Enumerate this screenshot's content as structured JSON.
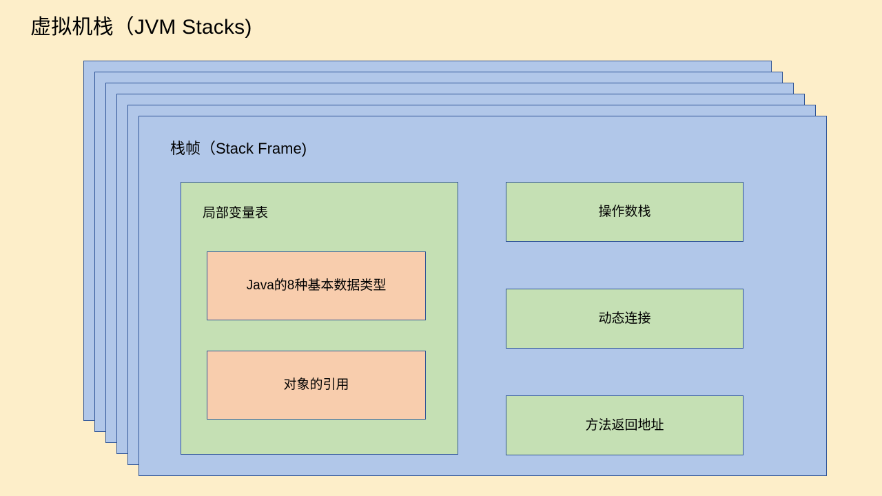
{
  "title": "虚拟机栈（JVM Stacks)",
  "colors": {
    "background": "#fdeec9",
    "stack_fill": "#b1c7e9",
    "stack_border": "#2f5496",
    "green_fill": "#c5e0b4",
    "orange_fill": "#f8cdad",
    "text": "#000000"
  },
  "stack": {
    "layer_count": 6,
    "layers": [
      {
        "label": "jvm-stack-layer-1"
      },
      {
        "label": "jvm-stack-layer-2"
      },
      {
        "label": "jvm-stack-layer-3"
      },
      {
        "label": "jvm-stack-layer-4"
      },
      {
        "label": "jvm-stack-layer-5"
      }
    ]
  },
  "frame": {
    "title": "栈帧（Stack Frame)",
    "local_variable_table": {
      "title": "局部变量表",
      "items": [
        {
          "label": "Java的8种基本数据类型"
        },
        {
          "label": "对象的引用"
        }
      ]
    },
    "right_column": [
      {
        "label": "操作数栈"
      },
      {
        "label": "动态连接"
      },
      {
        "label": "方法返回地址"
      }
    ]
  }
}
